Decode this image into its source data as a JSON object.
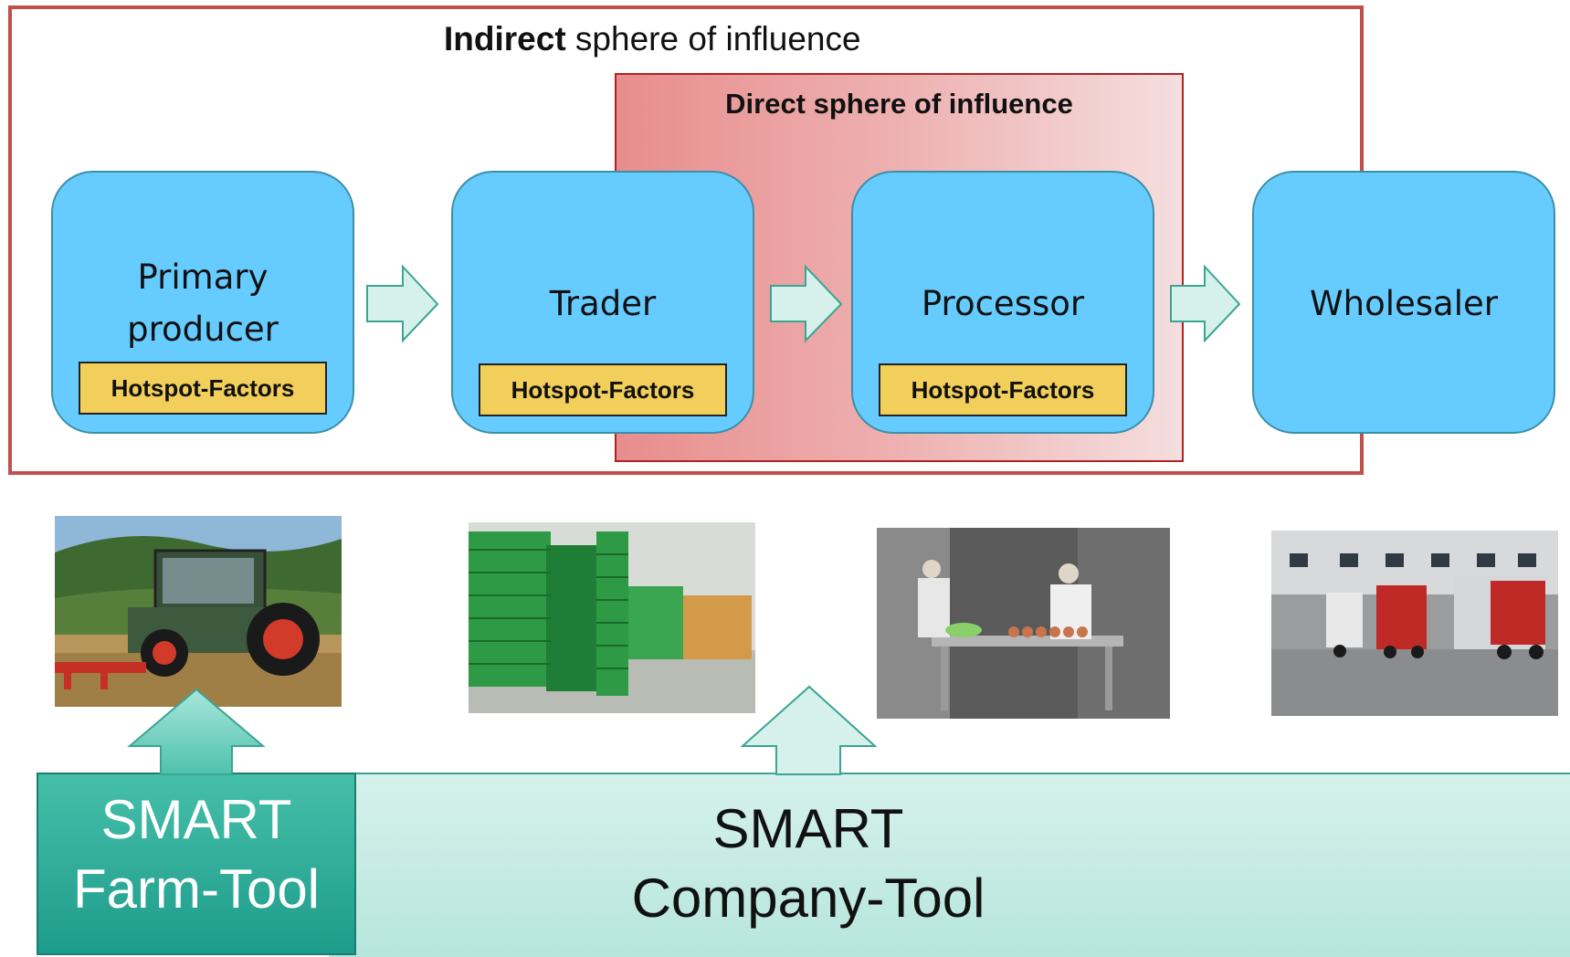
{
  "spheres": {
    "indirect_bold": "Indirect",
    "indirect_rest": " sphere of influence",
    "direct": "Direct sphere of influence"
  },
  "stages": [
    {
      "line1": "Primary",
      "line2": "producer",
      "hotspot": "Hotspot-Factors"
    },
    {
      "label": "Trader",
      "hotspot": "Hotspot-Factors"
    },
    {
      "label": "Processor",
      "hotspot": "Hotspot-Factors"
    },
    {
      "label": "Wholesaler"
    }
  ],
  "photos": [
    {
      "subject": "tractor-in-field"
    },
    {
      "subject": "stacked-green-crates"
    },
    {
      "subject": "meat-processing-workers"
    },
    {
      "subject": "trucks-at-loading-dock"
    }
  ],
  "tools": {
    "farm": {
      "line1": "SMART",
      "line2": "Farm-Tool"
    },
    "company": {
      "line1": "SMART",
      "line2": "Company-Tool"
    }
  },
  "colors": {
    "stage_fill": "#66ccff",
    "hotspot_fill": "#f2cf5a",
    "indirect_border": "#c0504d",
    "direct_fill": "#e88d8d",
    "arrow_fill": "#d6f1ec",
    "tool_dark": "#1e9c8b"
  }
}
